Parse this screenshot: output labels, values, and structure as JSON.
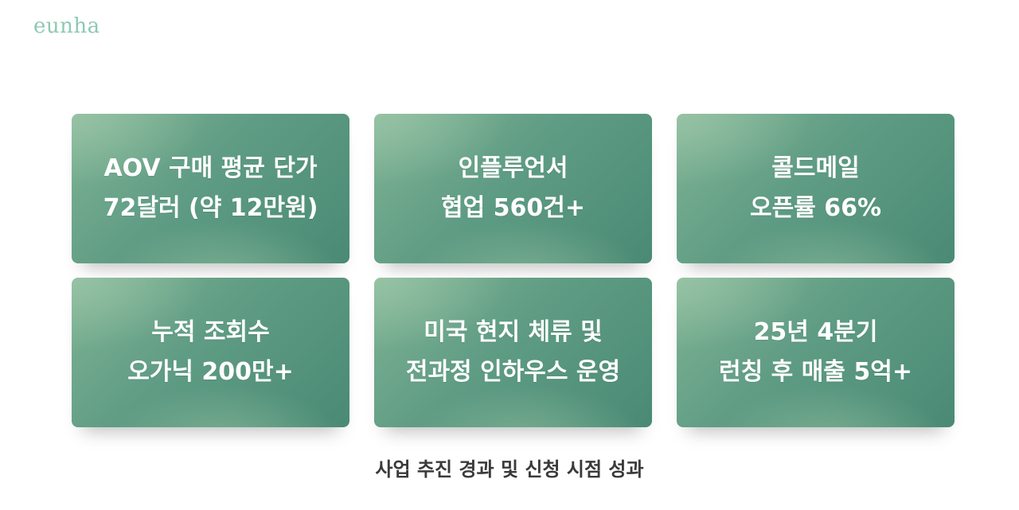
{
  "logo": {
    "text": "eunha"
  },
  "cards": [
    {
      "line1": "AOV 구매 평균 단가",
      "line2": "72달러 (약 12만원)"
    },
    {
      "line1": "인플루언서",
      "line2": "협업 560건+"
    },
    {
      "line1": "콜드메일",
      "line2": "오픈률 66%"
    },
    {
      "line1": "누적 조회수",
      "line2": "오가닉 200만+"
    },
    {
      "line1": "미국 현지 체류 및",
      "line2": "전과정 인하우스 운영"
    },
    {
      "line1": "25년 4분기",
      "line2": "런칭 후 매출 5억+"
    }
  ],
  "caption": "사업 추진 경과 및 신청 시점 성과",
  "colors": {
    "logo": "#8ec9b2",
    "card_start": "#7fb394",
    "card_end": "#4a8a75",
    "card_text": "#ffffff",
    "caption": "#3a3a3a"
  }
}
